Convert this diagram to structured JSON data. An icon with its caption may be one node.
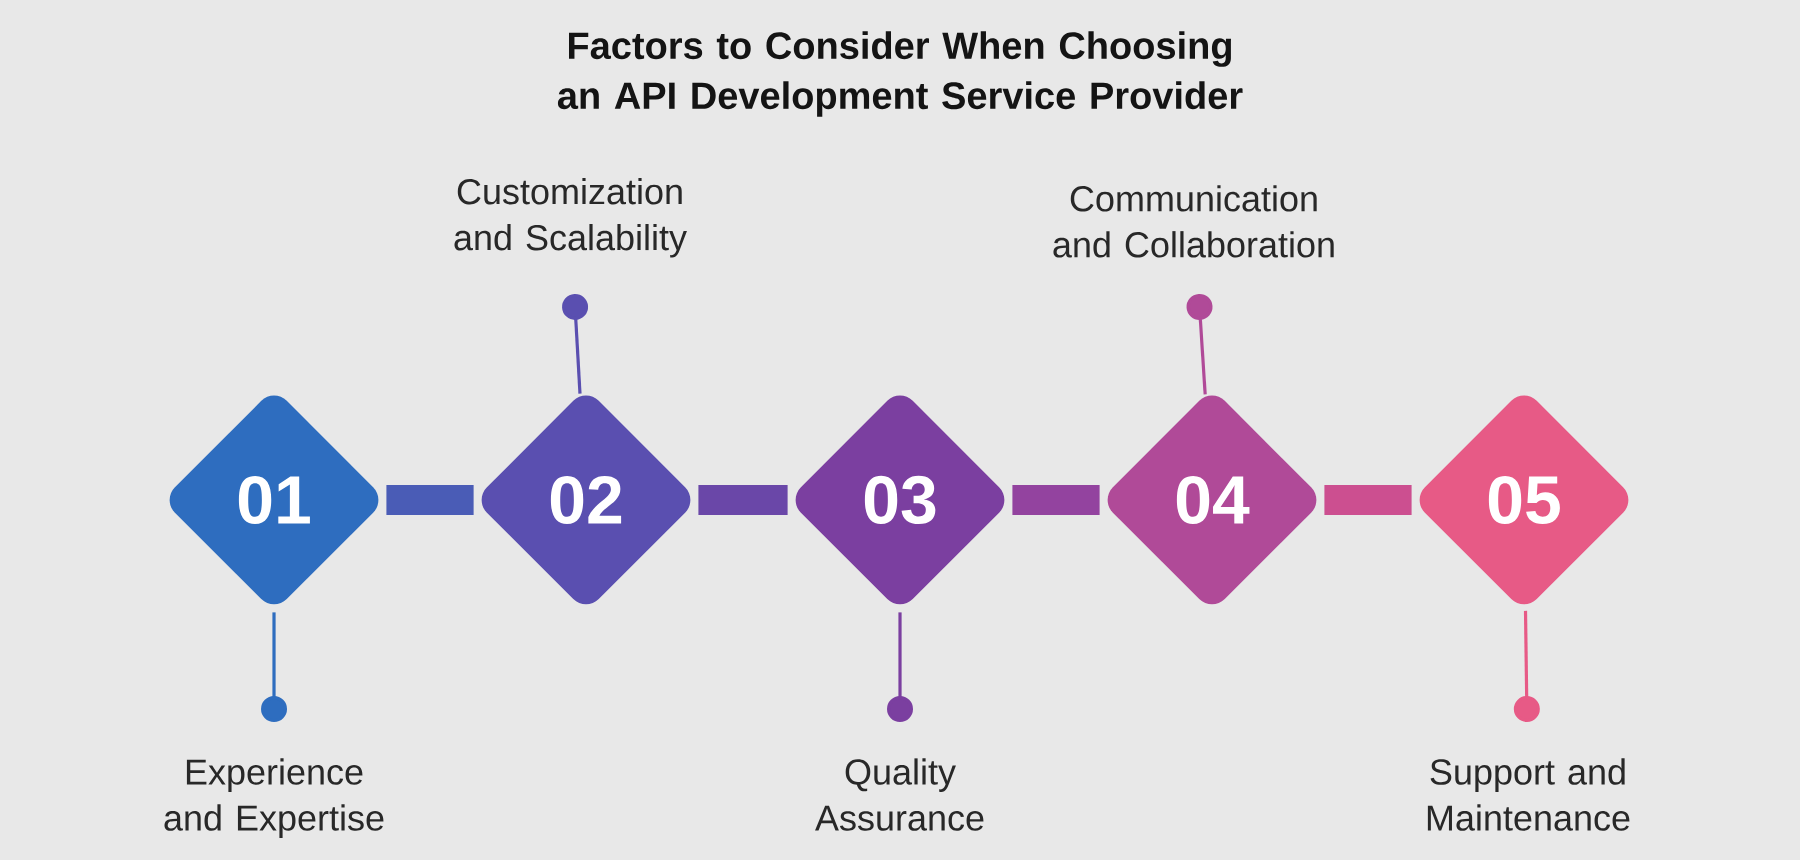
{
  "diagram": {
    "title": "Factors to Consider When Choosing an API Development Service Provider",
    "nodes": [
      {
        "text": [
          "01"
        ]
      },
      {
        "text": [
          "02"
        ]
      },
      {
        "text": [
          "03"
        ]
      },
      {
        "text": [
          "04"
        ]
      },
      {
        "text": [
          "05"
        ]
      },
      {
        "text": [
          "Experience and Expertise"
        ]
      },
      {
        "text": [
          "Customization and Scalability"
        ]
      },
      {
        "text": [
          "Quality Assurance"
        ]
      },
      {
        "text": [
          "Communication and Collaboration"
        ]
      },
      {
        "text": [
          "Support and Maintenance"
        ]
      }
    ],
    "edges": [
      {
        "from": 0,
        "to": 1,
        "arrow": "none",
        "style": "thick",
        "color": "#4a5cb6"
      },
      {
        "from": 1,
        "to": 2,
        "arrow": "none",
        "style": "thick",
        "color": "#6a47a8"
      },
      {
        "from": 2,
        "to": 3,
        "arrow": "none",
        "style": "thick",
        "color": "#93439f"
      },
      {
        "from": 3,
        "to": 4,
        "arrow": "none",
        "style": "thick",
        "color": "#cc4f90"
      },
      {
        "from": 0,
        "to": 5,
        "arrow": "other",
        "color": "#2e6dbf"
      },
      {
        "from": 1,
        "to": 6,
        "arrow": "other",
        "color": "#5a4fb0"
      },
      {
        "from": 2,
        "to": 7,
        "arrow": "other",
        "color": "#7b3fa0"
      },
      {
        "from": 3,
        "to": 8,
        "arrow": "other",
        "color": "#b04a98"
      },
      {
        "from": 4,
        "to": 9,
        "arrow": "other",
        "color": "#e75a86"
      }
    ]
  }
}
